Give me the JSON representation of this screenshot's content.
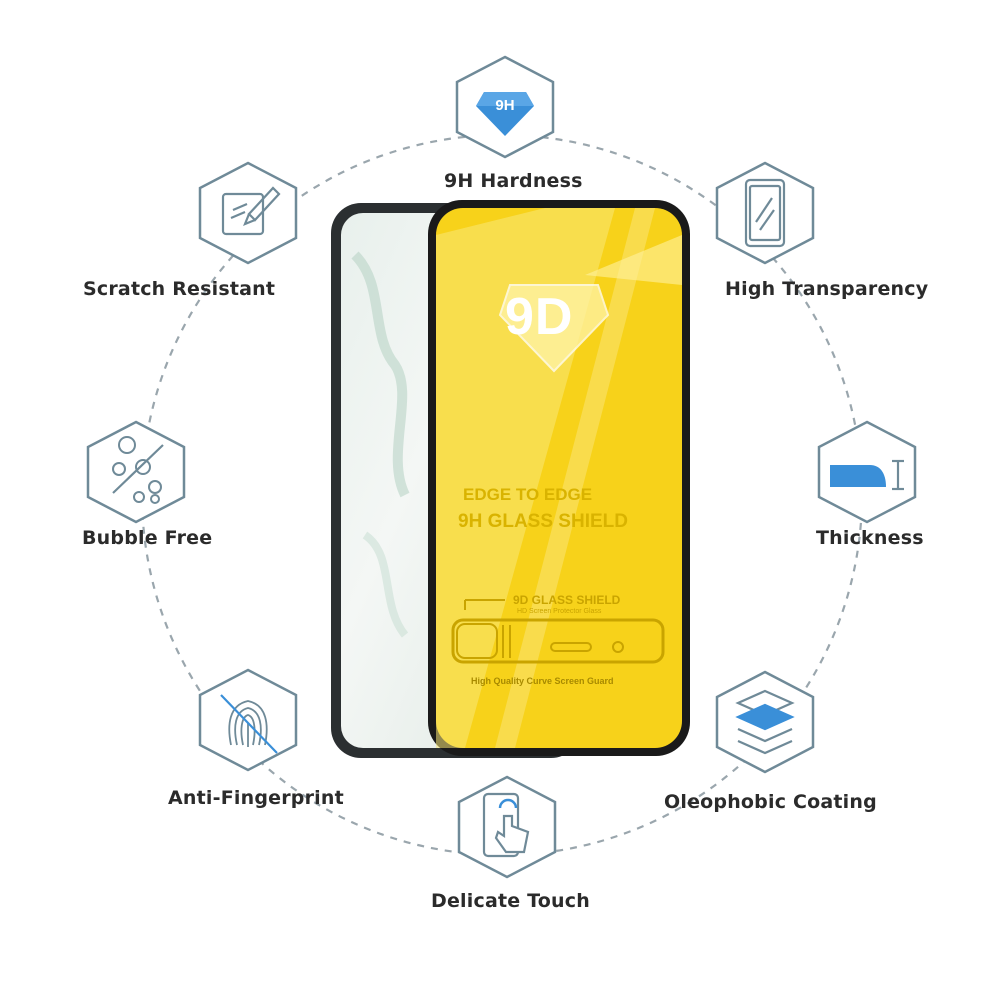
{
  "features": [
    {
      "id": "hardness",
      "label": "9H Hardness",
      "badge": "9H",
      "icon": "diamond-icon"
    },
    {
      "id": "transparency",
      "label": "High Transparency",
      "icon": "transparent-phone-icon"
    },
    {
      "id": "thickness",
      "label": "Thickness",
      "icon": "thickness-profile-icon"
    },
    {
      "id": "oleophobic",
      "label": "Oleophobic Coating",
      "icon": "layers-icon"
    },
    {
      "id": "touch",
      "label": "Delicate Touch",
      "icon": "touch-hand-icon"
    },
    {
      "id": "fingerprint",
      "label": "Anti-Fingerprint",
      "icon": "fingerprint-icon"
    },
    {
      "id": "bubble",
      "label": "Bubble Free",
      "icon": "bubbles-icon"
    },
    {
      "id": "scratch",
      "label": "Scratch Resistant",
      "icon": "scratch-icon"
    }
  ],
  "product": {
    "badge": "9D",
    "headline_line1": "EDGE TO EDGE",
    "headline_line2": "9H GLASS SHIELD",
    "pack_title": "9D GLASS SHIELD",
    "pack_subtitle": "HD Screen Protector Glass",
    "tagline": "High Quality Curve Screen Guard"
  },
  "colors": {
    "accent_yellow": "#f7d21a",
    "icon_blue": "#3a8fd8",
    "hex_stroke": "#6f8a98",
    "label_text": "#2b2b2b"
  }
}
